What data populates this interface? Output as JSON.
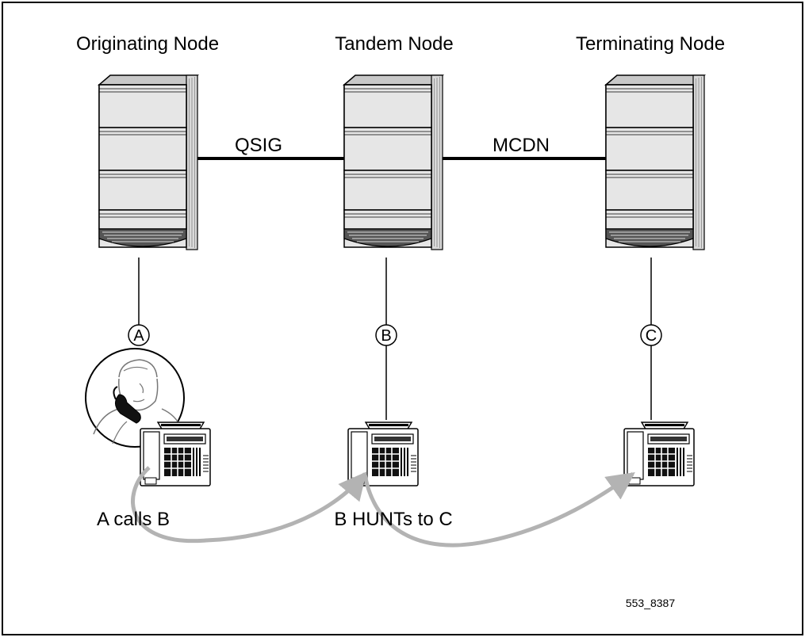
{
  "nodes": [
    {
      "label": "Originating Node",
      "circle": "A"
    },
    {
      "label": "Tandem Node",
      "circle": "B"
    },
    {
      "label": "Terminating Node",
      "circle": "C"
    }
  ],
  "links": [
    "QSIG",
    "MCDN"
  ],
  "captions": [
    "A calls B",
    "B HUNTs to C"
  ],
  "figure_id": "553_8387",
  "icons": [
    "pbx-cabinet-icon",
    "telephone-icon",
    "caller-person-icon",
    "call-flow-arrow-icon"
  ]
}
